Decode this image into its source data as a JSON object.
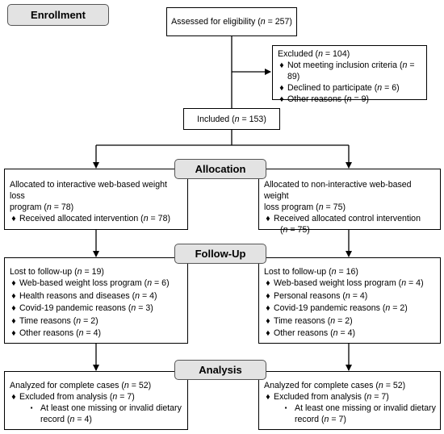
{
  "stages": {
    "enrollment": "Enrollment",
    "allocation": "Allocation",
    "followup": "Follow-Up",
    "analysis": "Analysis"
  },
  "eligibility": {
    "prefix": "Assessed for eligibility (",
    "n": "n",
    "suffix": " = 257)"
  },
  "excluded": {
    "title": {
      "prefix": "Excluded (",
      "n": "n",
      "suffix": " = 104)"
    },
    "bullet": "♦",
    "items": [
      {
        "prefix": "Not meeting inclusion criteria (",
        "n": "n",
        "suffix": " = 89)"
      },
      {
        "prefix": "Declined to participate (",
        "n": "n",
        "suffix": " = 6)"
      },
      {
        "prefix": "Other reasons (",
        "n": "n",
        "suffix": " = 9)"
      }
    ]
  },
  "included": {
    "prefix": "Included (",
    "n": "n",
    "suffix": " = 153)"
  },
  "alloc_left": {
    "line1": "Allocated to interactive web-based weight loss",
    "line2_prefix": "program (",
    "line2_n": "n",
    "line2_suffix": " = 78)",
    "item_prefix": "Received allocated intervention (",
    "item_n": "n",
    "item_suffix": " = 78)"
  },
  "alloc_right": {
    "line1": "Allocated to non-interactive web-based weight",
    "line2_prefix": "loss program (",
    "line2_n": "n",
    "line2_suffix": " = 75)",
    "item_line1": "Received allocated control intervention",
    "item_line2_prefix": "(",
    "item_line2_n": "n",
    "item_line2_suffix": " = 75)"
  },
  "follow_left": {
    "title": {
      "prefix": "Lost to follow-up (",
      "n": "n",
      "suffix": " = 19)"
    },
    "items": [
      {
        "prefix": "Web-based weight loss program (",
        "n": "n",
        "suffix": " = 6)"
      },
      {
        "prefix": "Health reasons and diseases (",
        "n": "n",
        "suffix": " = 4)"
      },
      {
        "prefix": "Covid-19 pandemic reasons (",
        "n": "n",
        "suffix": " = 3)"
      },
      {
        "prefix": "Time reasons (",
        "n": "n",
        "suffix": " = 2)"
      },
      {
        "prefix": "Other reasons (",
        "n": "n",
        "suffix": " = 4)"
      }
    ]
  },
  "follow_right": {
    "title": {
      "prefix": "Lost to follow-up (",
      "n": "n",
      "suffix": " = 16)"
    },
    "items": [
      {
        "prefix": "Web-based weight loss program (",
        "n": "n",
        "suffix": " = 4)"
      },
      {
        "prefix": "Personal reasons (",
        "n": "n",
        "suffix": " = 4)"
      },
      {
        "prefix": "Covid-19 pandemic reasons (",
        "n": "n",
        "suffix": " = 2)"
      },
      {
        "prefix": "Time reasons (",
        "n": "n",
        "suffix": " = 2)"
      },
      {
        "prefix": "Other reasons (",
        "n": "n",
        "suffix": " = 4)"
      }
    ]
  },
  "analysis_left": {
    "title": {
      "prefix": "Analyzed for complete cases (",
      "n": "n",
      "suffix": " = 52)"
    },
    "excluded": {
      "prefix": "Excluded from analysis (",
      "n": "n",
      "suffix": " = 7)"
    },
    "sub_bullet": "▪",
    "sub_line1": "At least one missing or invalid dietary",
    "sub_line2_prefix": "record (",
    "sub_line2_n": "n",
    "sub_line2_suffix": " = 4)"
  },
  "analysis_right": {
    "title": {
      "prefix": "Analyzed for complete cases (",
      "n": "n",
      "suffix": " = 52)"
    },
    "excluded": {
      "prefix": "Excluded from analysis (",
      "n": "n",
      "suffix": " = 7)"
    },
    "sub_bullet": "▪",
    "sub_line1": "At least one missing or invalid dietary",
    "sub_line2_prefix": "record (",
    "sub_line2_n": "n",
    "sub_line2_suffix": " = 7)"
  }
}
